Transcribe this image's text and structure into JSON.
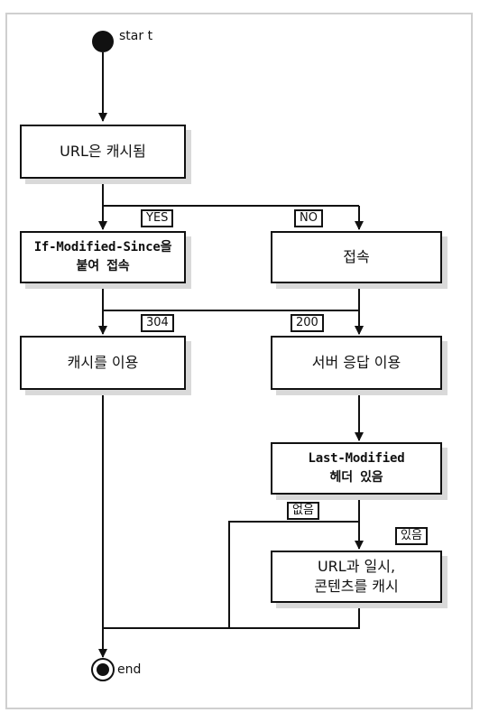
{
  "nodes": {
    "start_label": "star t",
    "end_label": "end",
    "url_expired": "URL은 캐시됨",
    "if_modified_since": "If-Modified-Since을\n붙여 접속",
    "connect": "접속",
    "use_cache": "캐시를 이용",
    "use_server_response": "서버 응답 이용",
    "last_modified": "Last-Modified\n헤더 있음",
    "cache_url": "URL과 일시,\n콘텐츠를 캐시"
  },
  "edges": {
    "yes": "YES",
    "no": "NO",
    "code_304": "304",
    "code_200": "200",
    "absent": "없음",
    "present": "있음"
  }
}
